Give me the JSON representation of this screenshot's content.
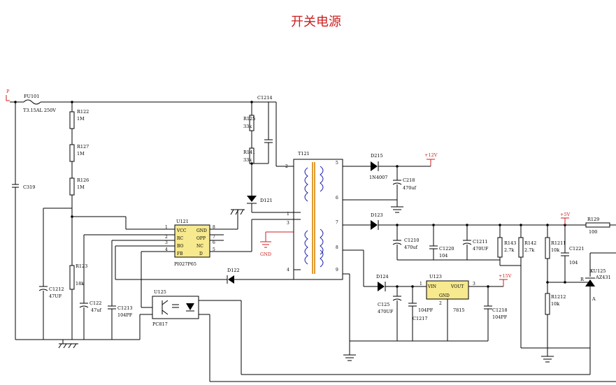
{
  "title": "开关电源",
  "colors": {
    "title": "#cc1f1f",
    "net_label": "#cc1f1f",
    "wire": "#000000",
    "ic_body": "#f7e98e",
    "transformer_core": "#d88400",
    "transformer_winding": "#1a1aa8"
  },
  "nets": {
    "input": "P",
    "out12": "+12V",
    "out5": "+5V",
    "out15": "+15V",
    "ground": "GND"
  },
  "components": {
    "fuse": {
      "ref": "FU101",
      "value": "T3.15AL 250V"
    },
    "r122": {
      "ref": "R122",
      "value": "1M"
    },
    "r127": {
      "ref": "R127",
      "value": "1M"
    },
    "r126": {
      "ref": "R126",
      "value": "1M"
    },
    "r123": {
      "ref": "R123",
      "value": "18k"
    },
    "r125": {
      "ref": "R125",
      "value": "33k"
    },
    "r141": {
      "ref": "R141",
      "value": "33k"
    },
    "c319": {
      "ref": "C319"
    },
    "c1214": {
      "ref": "C1214"
    },
    "d121": {
      "ref": "D121"
    },
    "d122": {
      "ref": "D122"
    },
    "u121": {
      "ref": "U121",
      "part": "PI027P65",
      "pins_left": [
        "VCC",
        "RC",
        "BO",
        "FB"
      ],
      "pins_right": [
        "GND",
        "OPP",
        "NC",
        "D"
      ],
      "num_left": [
        "1",
        "2",
        "3",
        "4"
      ],
      "num_right": [
        "8",
        "7",
        "6",
        "5"
      ]
    },
    "c1212": {
      "ref": "C1212",
      "value": "47UF"
    },
    "c122": {
      "ref": "C122",
      "value": "47uf"
    },
    "c1213": {
      "ref": "C1213",
      "value": "104PF"
    },
    "u125": {
      "ref": "U125",
      "part": "PC817"
    },
    "t121": {
      "ref": "T121",
      "pins": [
        "1",
        "2",
        "3",
        "4",
        "5",
        "6",
        "7",
        "8",
        "9"
      ]
    },
    "d215": {
      "ref": "D215",
      "value": "1N4007"
    },
    "c218": {
      "ref": "C218",
      "value": "470uf"
    },
    "d123": {
      "ref": "D123"
    },
    "c1210": {
      "ref": "C1210",
      "value": "470uf"
    },
    "c1220": {
      "ref": "C1220",
      "value": "104"
    },
    "c1211": {
      "ref": "C1211",
      "value": "470UF"
    },
    "r143": {
      "ref": "R143",
      "value": "2.7k"
    },
    "r142": {
      "ref": "R142",
      "value": "2.7k"
    },
    "r129": {
      "ref": "R129",
      "value": "100"
    },
    "r1211": {
      "ref": "R1211",
      "value": "10k"
    },
    "c1221": {
      "ref": "C1221",
      "value": "104"
    },
    "r1212": {
      "ref": "R1212",
      "value": "10k"
    },
    "ku125": {
      "ref": "KU125",
      "part": "AZ431",
      "pin_r": "R",
      "pin_a": "A"
    },
    "d124": {
      "ref": "D124"
    },
    "c125": {
      "ref": "C125",
      "value": "470UF"
    },
    "c1216": {
      "value": "104PF"
    },
    "c1217": {
      "ref": "C1217"
    },
    "u123": {
      "ref": "U123",
      "part": "7815",
      "pin_in": "VIN",
      "pin_out": "VOUT",
      "pin_gnd": "GND",
      "num_in": "1",
      "num_out": "3",
      "num_gnd": "2"
    },
    "c1218": {
      "ref": "C1218",
      "value": "104PF"
    }
  }
}
